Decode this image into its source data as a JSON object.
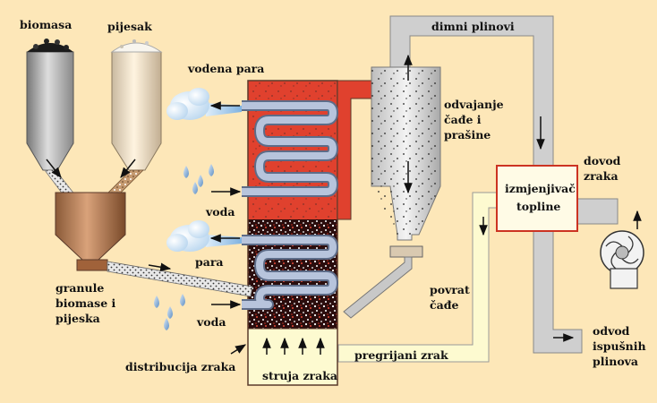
{
  "labels": {
    "biomasa": "biomasa",
    "pijesak": "pijesak",
    "vodena_para": "vodena para",
    "dimni_plinovi": "dimni plinovi",
    "odvajanje_1": "odvajanje",
    "odvajanje_2": "čađe i",
    "odvajanje_3": "prašine",
    "voda_top": "voda",
    "para": "para",
    "voda_bottom": "voda",
    "granule_1": "granule",
    "granule_2": "biomase i",
    "granule_3": "pijeska",
    "distribucija": "distribucija zraka",
    "struja": "struja zraka",
    "povrat_1": "povrat",
    "povrat_2": "čađe",
    "pregrijani": "pregrijani zrak",
    "izmjenjivac_1": "izmjenjivač",
    "izmjenjivac_2": "topline",
    "dovod_1": "dovod",
    "dovod_2": "zraka",
    "odvod_1": "odvod",
    "odvod_2": "ispušnih",
    "odvod_3": "plinova"
  },
  "colors": {
    "background": "#fde7b8",
    "furnace_red": "#e0412e",
    "duct_gray": "#cfcfcf",
    "heat_exchanger_border": "#cc3322",
    "tube_blue": "#9fb0cc",
    "air_duct": "#fdfad0"
  }
}
